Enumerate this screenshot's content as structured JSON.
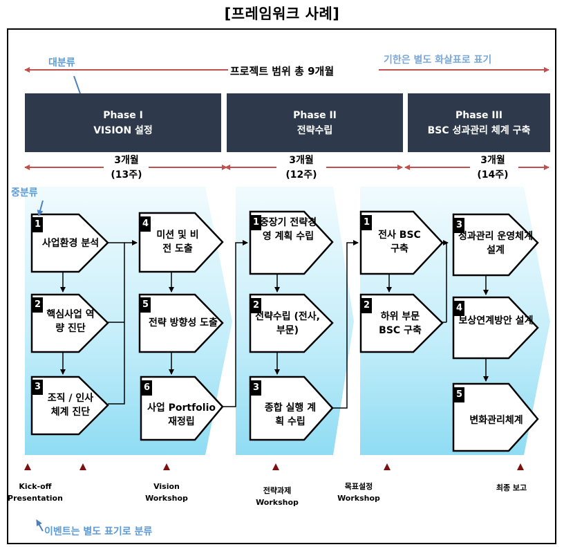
{
  "title": "[프레임워크 사례]",
  "scope_label": "프로젝트 범위 총 9개월",
  "notes": {
    "major_category": "대분류",
    "mid_category": "중분류",
    "period_note": "기한은 별도 화살표로 표기",
    "event_note": "이벤트는 별도 표기로 분류"
  },
  "phases": [
    {
      "line1": "Phase I",
      "line2": "VISION 설정",
      "duration": "3개월",
      "weeks": "(13주)"
    },
    {
      "line1": "Phase II",
      "line2": "전략수립",
      "duration": "3개월",
      "weeks": "(12주)"
    },
    {
      "line1": "Phase III",
      "line2": "BSC 성과관리 체계 구축",
      "duration": "3개월",
      "weeks": "(14주)"
    }
  ],
  "steps": {
    "p1a": [
      {
        "num": "1",
        "text": "사업환경 분석"
      },
      {
        "num": "2",
        "text": "핵심사업 역량 진단"
      },
      {
        "num": "3",
        "text": "조직 / 인사 체계 진단"
      }
    ],
    "p1b": [
      {
        "num": "4",
        "text": "미션 및 비전 도출"
      },
      {
        "num": "5",
        "text": "전략 방향성 도출"
      },
      {
        "num": "6",
        "text": "사업 Portfolio 재정립"
      }
    ],
    "p2": [
      {
        "num": "1",
        "text": "중장기 전략경영 계획 수립"
      },
      {
        "num": "2",
        "text": "전략수립 (전사,부문)"
      },
      {
        "num": "3",
        "text": "종합 실행 계획 수립"
      }
    ],
    "p3a": [
      {
        "num": "1",
        "text": "전사 BSC 구축"
      },
      {
        "num": "2",
        "text": "하위 부문 BSC 구축"
      }
    ],
    "p3b": [
      {
        "num": "3",
        "text": "성과관리 운영체계 설계"
      },
      {
        "num": "4",
        "text": "보상연계방안 설계"
      },
      {
        "num": "5",
        "text": "변화관리체계"
      }
    ]
  },
  "events": [
    {
      "label": "Kick-off Presentation"
    },
    {
      "label": "Vision Workshop"
    },
    {
      "label": "전략과제 Workshop"
    },
    {
      "label": "목표설정 Workshop"
    },
    {
      "label": "최종 보고"
    }
  ],
  "colors": {
    "phase_bg": "#2e3a4b",
    "arrow_red": "#c0504d",
    "panel_light": "#eaf8fd",
    "panel_dark": "#8fdcf3",
    "note_blue": "#5b9bd5",
    "event_marker": "#7b1010"
  }
}
